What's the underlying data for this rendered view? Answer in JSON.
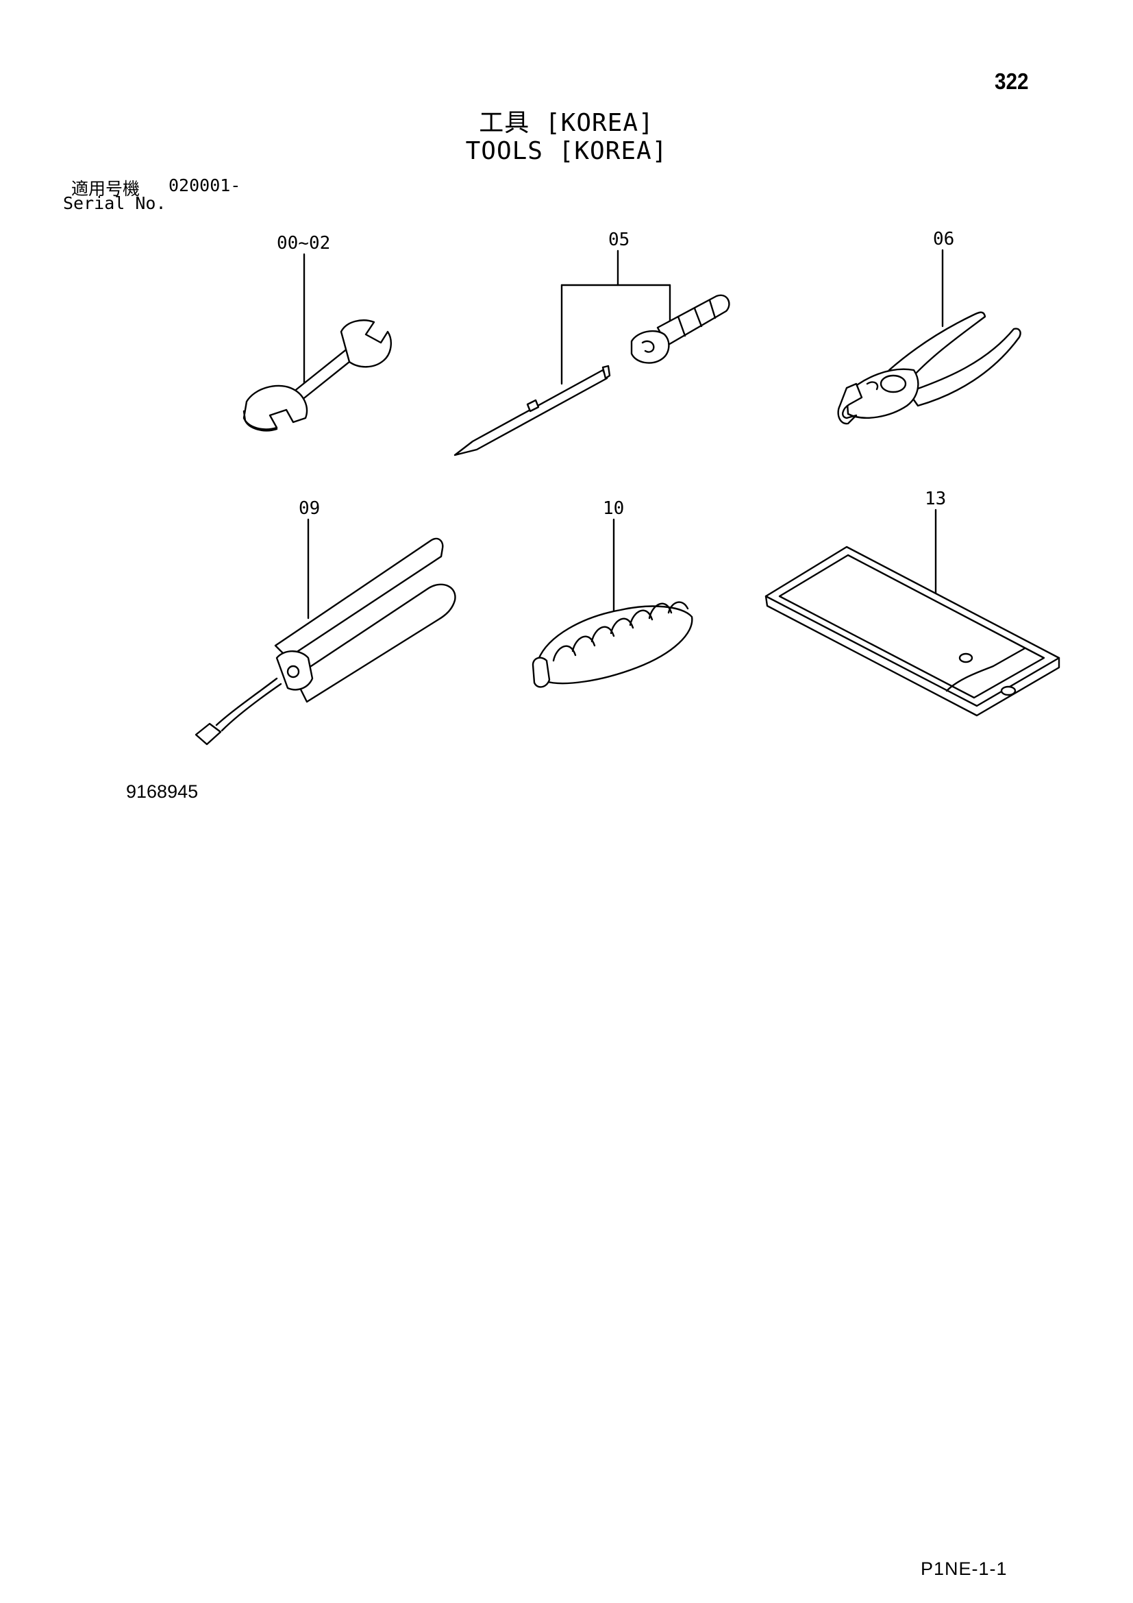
{
  "page_number": "322",
  "title_jp": "工具 [KOREA]",
  "title_en": "TOOLS [KOREA]",
  "serial": {
    "jp_label": "適用号機",
    "value": "020001-",
    "en_label": "Serial No."
  },
  "callouts": {
    "wrench": "00~02",
    "screwdriver": "05",
    "pliers": "06",
    "grease_gun": "09",
    "spring": "10",
    "tool_bag": "13"
  },
  "drawing_number": "9168945",
  "sheet_code": "P1NE-1-1"
}
